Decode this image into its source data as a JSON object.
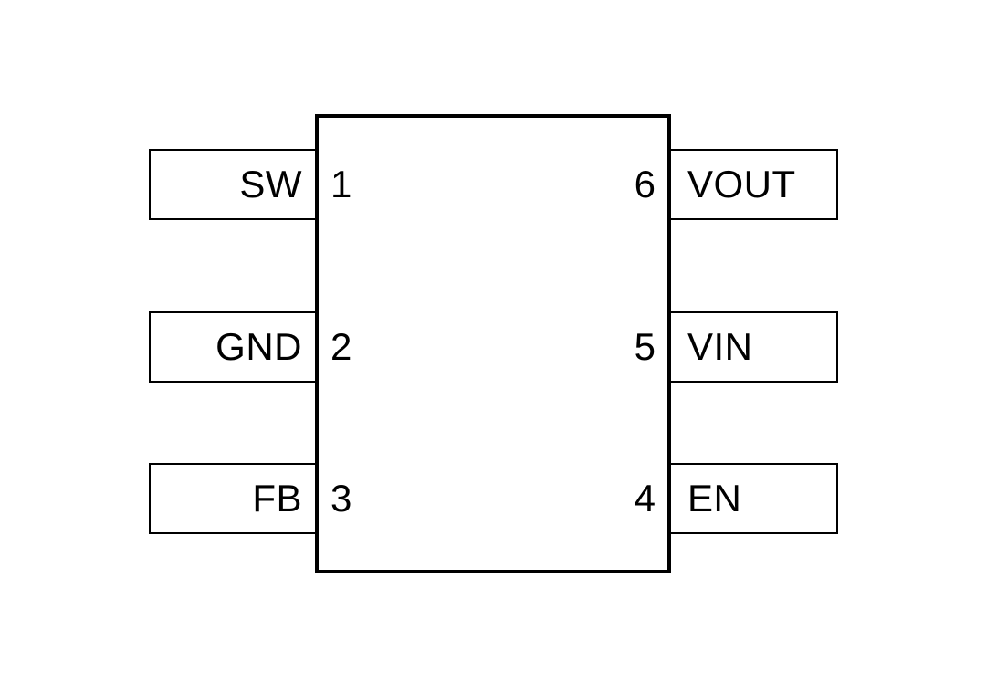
{
  "diagram": {
    "type": "ic-pinout",
    "package_pin_count": 6,
    "body": {
      "fill_color": "#ffffff",
      "border_color": "#000000"
    },
    "rows": [
      {
        "left": {
          "number": "1",
          "label": "SW"
        },
        "right": {
          "number": "6",
          "label": "VOUT"
        }
      },
      {
        "left": {
          "number": "2",
          "label": "GND"
        },
        "right": {
          "number": "5",
          "label": "VIN"
        }
      },
      {
        "left": {
          "number": "3",
          "label": "FB"
        },
        "right": {
          "number": "4",
          "label": "EN"
        }
      }
    ]
  }
}
